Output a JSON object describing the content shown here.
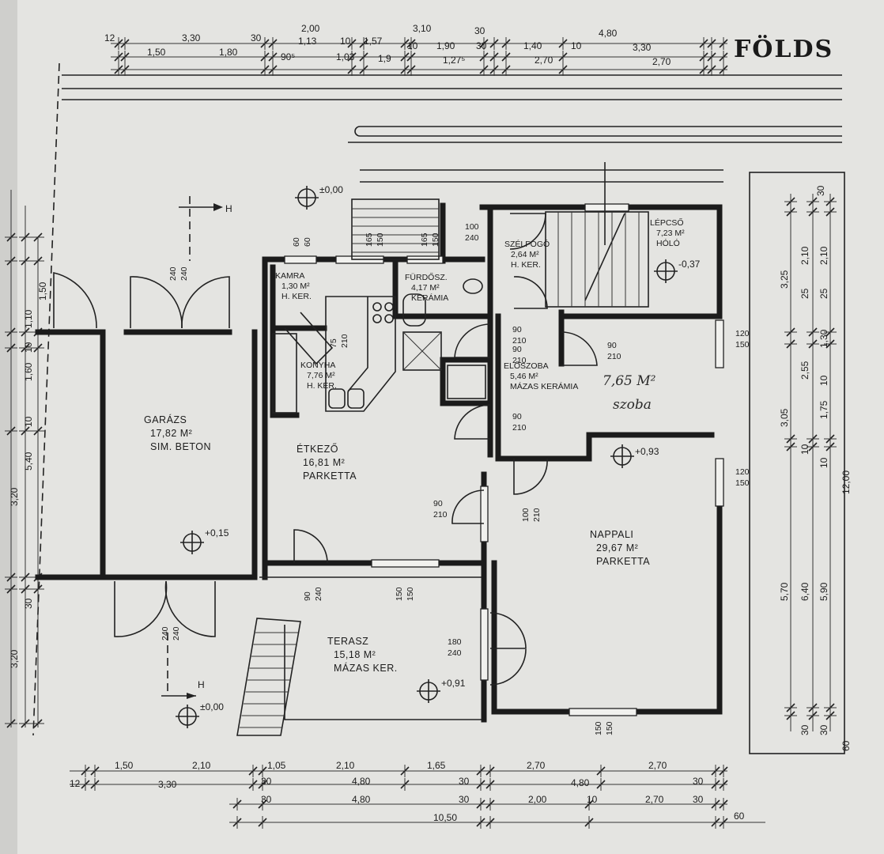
{
  "header": {
    "title": "FÖLDS"
  },
  "rooms": [
    {
      "id": "kamra",
      "lines": [
        "KAMRA",
        "1,30 M²",
        "H. KER."
      ]
    },
    {
      "id": "konyha",
      "lines": [
        "KONYHA",
        "7,76 M²",
        "H. KER."
      ]
    },
    {
      "id": "furdoszoba",
      "lines": [
        "FÜRDŐSZ.",
        "4,17 M²",
        "KERÁMIA"
      ]
    },
    {
      "id": "szelfogo",
      "lines": [
        "SZÉLFOGÓ",
        "2,64 M²",
        "H. KER."
      ]
    },
    {
      "id": "lepcso",
      "lines": [
        "LÉPCSŐ",
        "7,23 M²",
        "HÓLÓ"
      ]
    },
    {
      "id": "eloszoba",
      "lines": [
        "ELŐSZOBA",
        "5,46 M²",
        "MÁZAS KERÁMIA"
      ]
    },
    {
      "id": "garazs",
      "lines": [
        "GARÁZS",
        "17,82 M²",
        "SIM. BETON"
      ]
    },
    {
      "id": "etkezo",
      "lines": [
        "ÉTKEZŐ",
        "16,81 M²",
        "PARKETTA"
      ]
    },
    {
      "id": "nappali",
      "lines": [
        "NAPPALI",
        "29,67 M²",
        "PARKETTA"
      ]
    },
    {
      "id": "terasz",
      "lines": [
        "TERASZ",
        "15,18 M²",
        "MÁZAS KER."
      ]
    }
  ],
  "handwritten": {
    "area": "7,65 M²",
    "label": "szoba"
  },
  "elevations": {
    "a": "±0,00",
    "b": "+0,15",
    "c": "+0,93",
    "d": "+0,91",
    "e": "±0,00",
    "f": "-0,37"
  },
  "section_marks": {
    "top": "H",
    "bottom": "H"
  },
  "dims_top_row1": [
    "12",
    "3,30",
    "30",
    "2,00",
    "3,10",
    "30",
    "4,80"
  ],
  "dims_top_row2": [
    "1,50",
    "1,80",
    "1,13",
    "10",
    "1,57",
    "10",
    "1,90",
    "30",
    "1,40",
    "10",
    "3,30"
  ],
  "dims_top_row3": [
    "90⁵",
    "1,03",
    "1,9",
    "1,27⁵",
    "2,70",
    "2,70"
  ],
  "dims_bottom_row1": [
    "1,50",
    "2,10",
    "1,05",
    "2,10",
    "1,65",
    "2,70",
    "2,70"
  ],
  "dims_bottom_row2": [
    "12",
    "3,30",
    "30",
    "4,80",
    "30",
    "4,80",
    "30"
  ],
  "dims_bottom_row3": [
    "30",
    "4,80",
    "30",
    "2,00",
    "10",
    "2,70",
    "30"
  ],
  "dims_bottom_row4": [
    "10,50",
    "60"
  ],
  "dims_right_col1": [
    "3,25",
    "3,05",
    "5,70"
  ],
  "dims_right_col2": [
    "2,10",
    "25",
    "2,55",
    "10",
    "6,40",
    "30"
  ],
  "dims_right_col3": [
    "30",
    "2,10",
    "25",
    "1,30",
    "10",
    "1,75",
    "10",
    "12,00",
    "5,90",
    "30",
    "60"
  ],
  "dims_left_col": [
    "1,50",
    "1,10",
    "10",
    "1,60",
    "10",
    "5,40",
    "3,20",
    "30",
    "3,20"
  ],
  "openings": {
    "o1": [
      "240",
      "240"
    ],
    "o2": [
      "60",
      "60"
    ],
    "o3": [
      "165",
      "150"
    ],
    "o4": [
      "165",
      "150"
    ],
    "o5": [
      "100",
      "240"
    ],
    "o6": [
      "75",
      "210"
    ],
    "o7": [
      "90",
      "210"
    ],
    "o8": [
      "90",
      "210"
    ],
    "o9": [
      "120",
      "150"
    ],
    "o10": [
      "90",
      "210"
    ],
    "o11": [
      "120",
      "150"
    ],
    "o12": [
      "90",
      "210"
    ],
    "o13": [
      "100",
      "210"
    ],
    "o14": [
      "90",
      "240"
    ],
    "o15": [
      "150",
      "150"
    ],
    "o16": [
      "180",
      "240"
    ],
    "o17": [
      "240",
      "240"
    ],
    "o18": [
      "150",
      "150"
    ],
    "o19": [
      "90",
      "210"
    ]
  }
}
